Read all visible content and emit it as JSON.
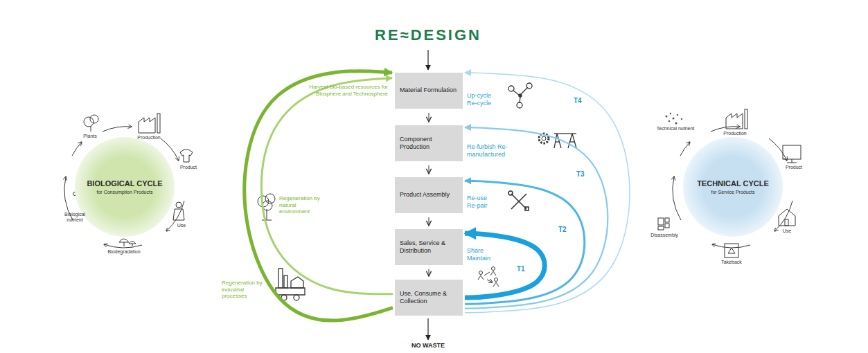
{
  "diagram": {
    "title": "RE≈DESIGN",
    "nodes": [
      {
        "text": [
          "BIOLOGICAL CYCLE",
          "for Consumption Products"
        ]
      },
      {
        "text": [
          "Material Formulation"
        ]
      },
      {
        "text": [
          "Component Production"
        ]
      },
      {
        "text": [
          "Product Assembly"
        ]
      },
      {
        "text": [
          "Sales, Service & Distribution"
        ]
      },
      {
        "text": [
          "Use, Consume & Collection"
        ]
      },
      {
        "text": [
          "TECHNICAL CYCLE",
          "for Service Products"
        ]
      }
    ],
    "edges": [
      {
        "from": 1,
        "to": 2,
        "arrow": "to"
      },
      {
        "from": 2,
        "to": 3,
        "arrow": "to"
      },
      {
        "from": 3,
        "to": 4,
        "arrow": "to"
      },
      {
        "from": 4,
        "to": 5,
        "arrow": "to"
      },
      {
        "from": 5,
        "to": 4,
        "arrow": "to",
        "label": "T1"
      },
      {
        "from": 5,
        "to": 3,
        "arrow": "to",
        "label": "T2"
      },
      {
        "from": 5,
        "to": 2,
        "arrow": "to",
        "label": "T3"
      },
      {
        "from": 5,
        "to": 1,
        "arrow": "to",
        "label": "T4"
      },
      {
        "from": 5,
        "to": 1,
        "arrow": "to"
      },
      {
        "from": 5,
        "to": 1,
        "arrow": "to"
      }
    ],
    "labels": [
      "Harvest bio-based resources for Biosphere and Technosphere",
      "Regeneration by natural environment",
      "Regeneration by industrial processes",
      "Up-cycle Re-cycle",
      "Re-furbish Re-manufactured",
      "Re-use Re-pair",
      "Share Maintain",
      "NO WASTE",
      "Plants",
      "Production",
      "Product",
      "Use",
      "Biodegradation",
      "Biological nutrient",
      "Technical nutrient",
      "Production",
      "Product",
      "Use",
      "Takeback",
      "Disassembly"
    ]
  }
}
